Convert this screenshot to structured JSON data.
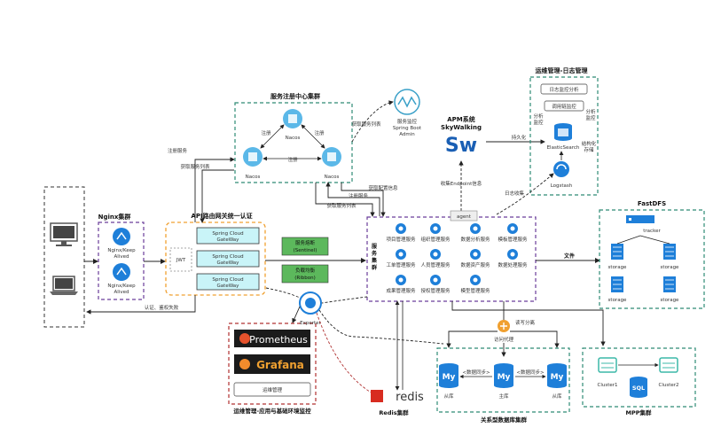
{
  "clients": {
    "nginx_title": "Nginx集群",
    "nginx_node": [
      "Nginx/Keep",
      "Alived"
    ]
  },
  "gateway": {
    "title": "API路由网关统一认证",
    "jwt": "JWT",
    "node": [
      "Spring Cloud",
      "GateWay"
    ]
  },
  "sentinel": [
    "服务熔断",
    "(Sentinel)"
  ],
  "ribbon": [
    "负载均衡",
    "(Ribbon)"
  ],
  "registry": {
    "title": "服务注册中心集群",
    "node": "Nacos",
    "register": "注册",
    "get_list": "获取服务列表"
  },
  "admin": {
    "name": [
      "服务监控",
      "Spring Boot",
      "Admin"
    ]
  },
  "apm": {
    "title": "APM系统",
    "subtitle": "SkyWalking",
    "logo": "Sw",
    "persist": "持久化",
    "endpoint": "收集Endpoint信息"
  },
  "logs": {
    "title": "运维管理-日志管理",
    "log_analysis": "日志监控分析",
    "trace": "调用链监控",
    "analysis_a": [
      "分析",
      "监控"
    ],
    "analysis_b": [
      "分析",
      "监控"
    ],
    "structured": [
      "结构化",
      "存储"
    ],
    "es": "ElasticSearch",
    "logstash": "Logstash",
    "collect": "日志收集"
  },
  "services": {
    "agent": "agent",
    "side_label": [
      "服",
      "务",
      "集",
      "群"
    ],
    "items": [
      "项目管理服务",
      "组织管理服务",
      "数据分析服务",
      "模板管理服务",
      "工单管理服务",
      "人员管理服务",
      "数据资产服务",
      "数据处理服务",
      "成果管理服务",
      "授权管理服务",
      "模型管理服务"
    ]
  },
  "edges": {
    "register_svc": "注册服务",
    "get_svc_list": "获取服务列表",
    "get_config": "获取配置信息",
    "auth_limit": "认证、鉴权失败",
    "file": "文件",
    "rw_split": "读写分离",
    "access_proxy": "访问代理",
    "sync": "<数据同步>"
  },
  "fastdfs": {
    "title": "FastDFS",
    "tracker": "tracker",
    "storage": "storage"
  },
  "monitoring": {
    "title": "运维管理-应用与基础环境监控",
    "prometheus": "Prometheus",
    "grafana": "Grafana",
    "ops": "运维管理",
    "exporter": "Exporter"
  },
  "redis": {
    "title": "Redis集群",
    "logo": "redis"
  },
  "rdb": {
    "title": "关系型数据库集群",
    "replica": "从库",
    "primary": "主库",
    "my": "My"
  },
  "mpp": {
    "title": "MPP集群",
    "cluster1": "Cluster1",
    "cluster2": "Cluster2",
    "sql": "SQL"
  },
  "colors": {
    "blue": "#1e7fd9",
    "nacos": "#5bb8e8",
    "teal": "#2e8b74",
    "purple": "#6a3d9a",
    "green_box": "#5cb85c",
    "cyan_box": "#c9f4f8",
    "orange": "#f0a030"
  }
}
